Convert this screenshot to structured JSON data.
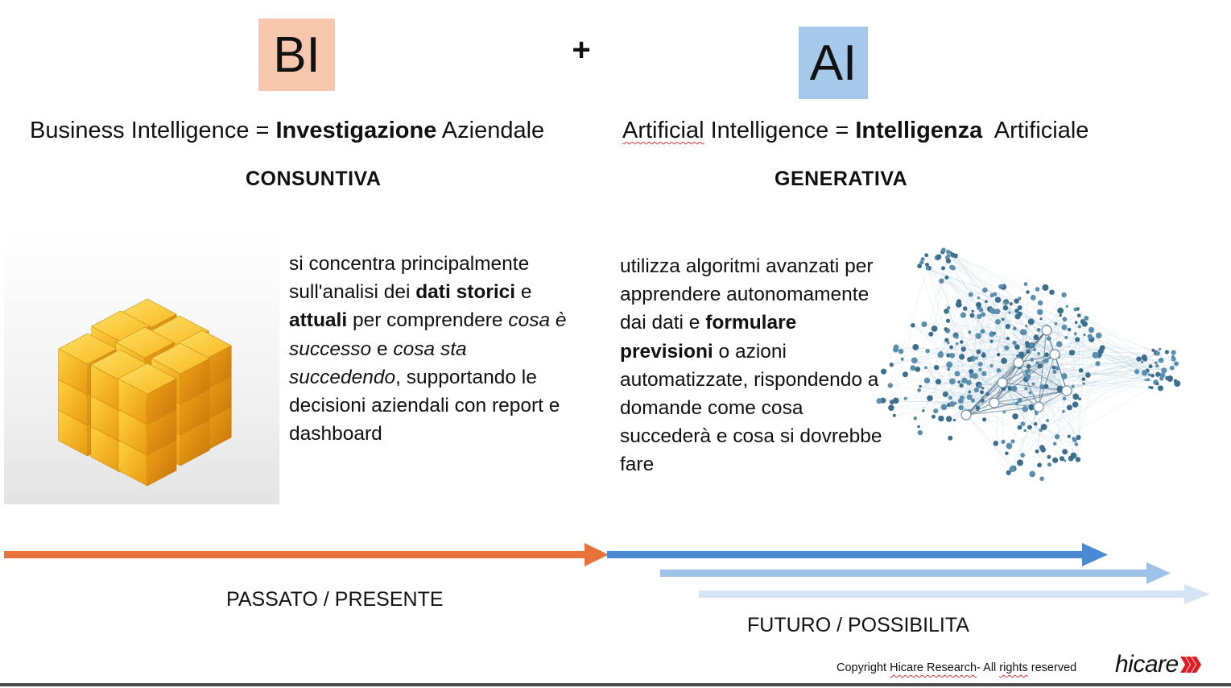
{
  "bi": {
    "badge": "BI",
    "definition": {
      "term": "Business Intelligence = ",
      "bold": "Investigazione",
      "rest": " Aziendale"
    },
    "kind": "CONSUNTIVA",
    "description": {
      "p1": "si concentra principalmente sull'analisi dei ",
      "b1": "dati storici",
      "p2": " e ",
      "b2": "attuali",
      "p3": " per comprendere ",
      "i1": "cosa è successo",
      "p4": " e ",
      "i2": "cosa sta succedendo",
      "p5": ", supportando le decisioni aziendali con report e dashboard"
    },
    "image_icon": "golden-cube-icon"
  },
  "plus": "+",
  "ai": {
    "badge": "AI",
    "definition": {
      "term_first": "Artificial",
      "term_rest": " Intelligence = ",
      "bold": "Intelligenza",
      "rest": "  Artificiale"
    },
    "kind": "GENERATIVA",
    "description": {
      "p1": "utilizza algoritmi avanzati per apprendere autonomamente dai dati e ",
      "b1": "formulare previsioni",
      "p2": " o azioni automatizzate, rispondendo a domande come cosa succederà e cosa si dovrebbe fare"
    },
    "image_icon": "network-graph-icon"
  },
  "timeline": {
    "past_label": "PASSATO / PRESENTE",
    "future_label": "FUTURO / POSSIBILITA",
    "colors": {
      "past": "#e8733a",
      "future_1": "#4a8ad2",
      "future_2": "#9dc2e8",
      "future_3": "#d5e5f5"
    }
  },
  "footer": {
    "copyright_prefix": "Copyright ",
    "copyright_company": "Hicare Research",
    "copyright_dash": "- All ",
    "copyright_rights": "rights",
    "copyright_suffix": " reserved",
    "logo_text": "hicare",
    "logo_icon": "chevrons-icon",
    "brand_color": "#e11b22"
  }
}
